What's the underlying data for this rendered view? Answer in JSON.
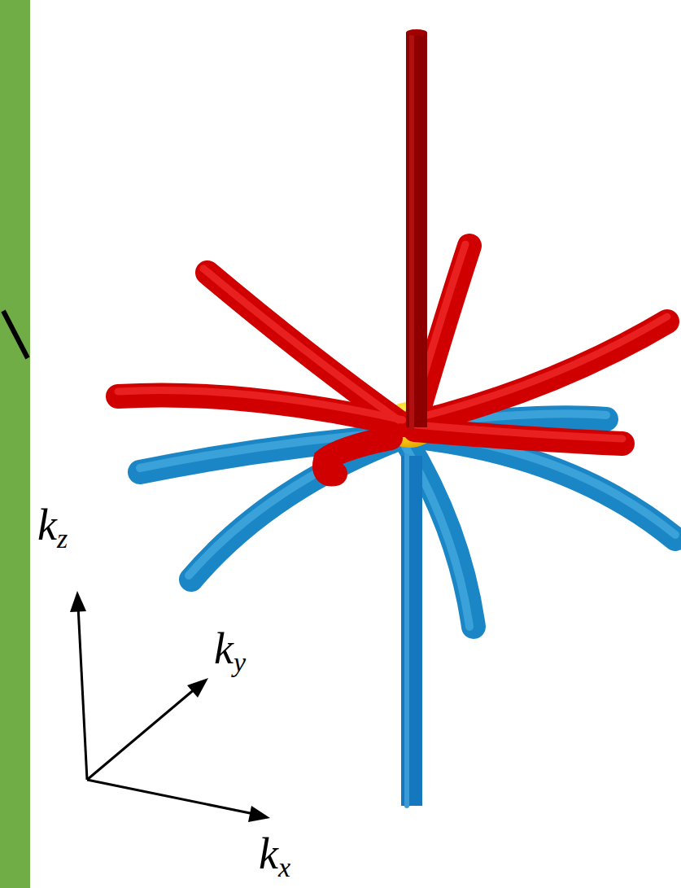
{
  "diagram": {
    "labels": [
      "kz",
      "ky",
      "kx"
    ]
  }
}
